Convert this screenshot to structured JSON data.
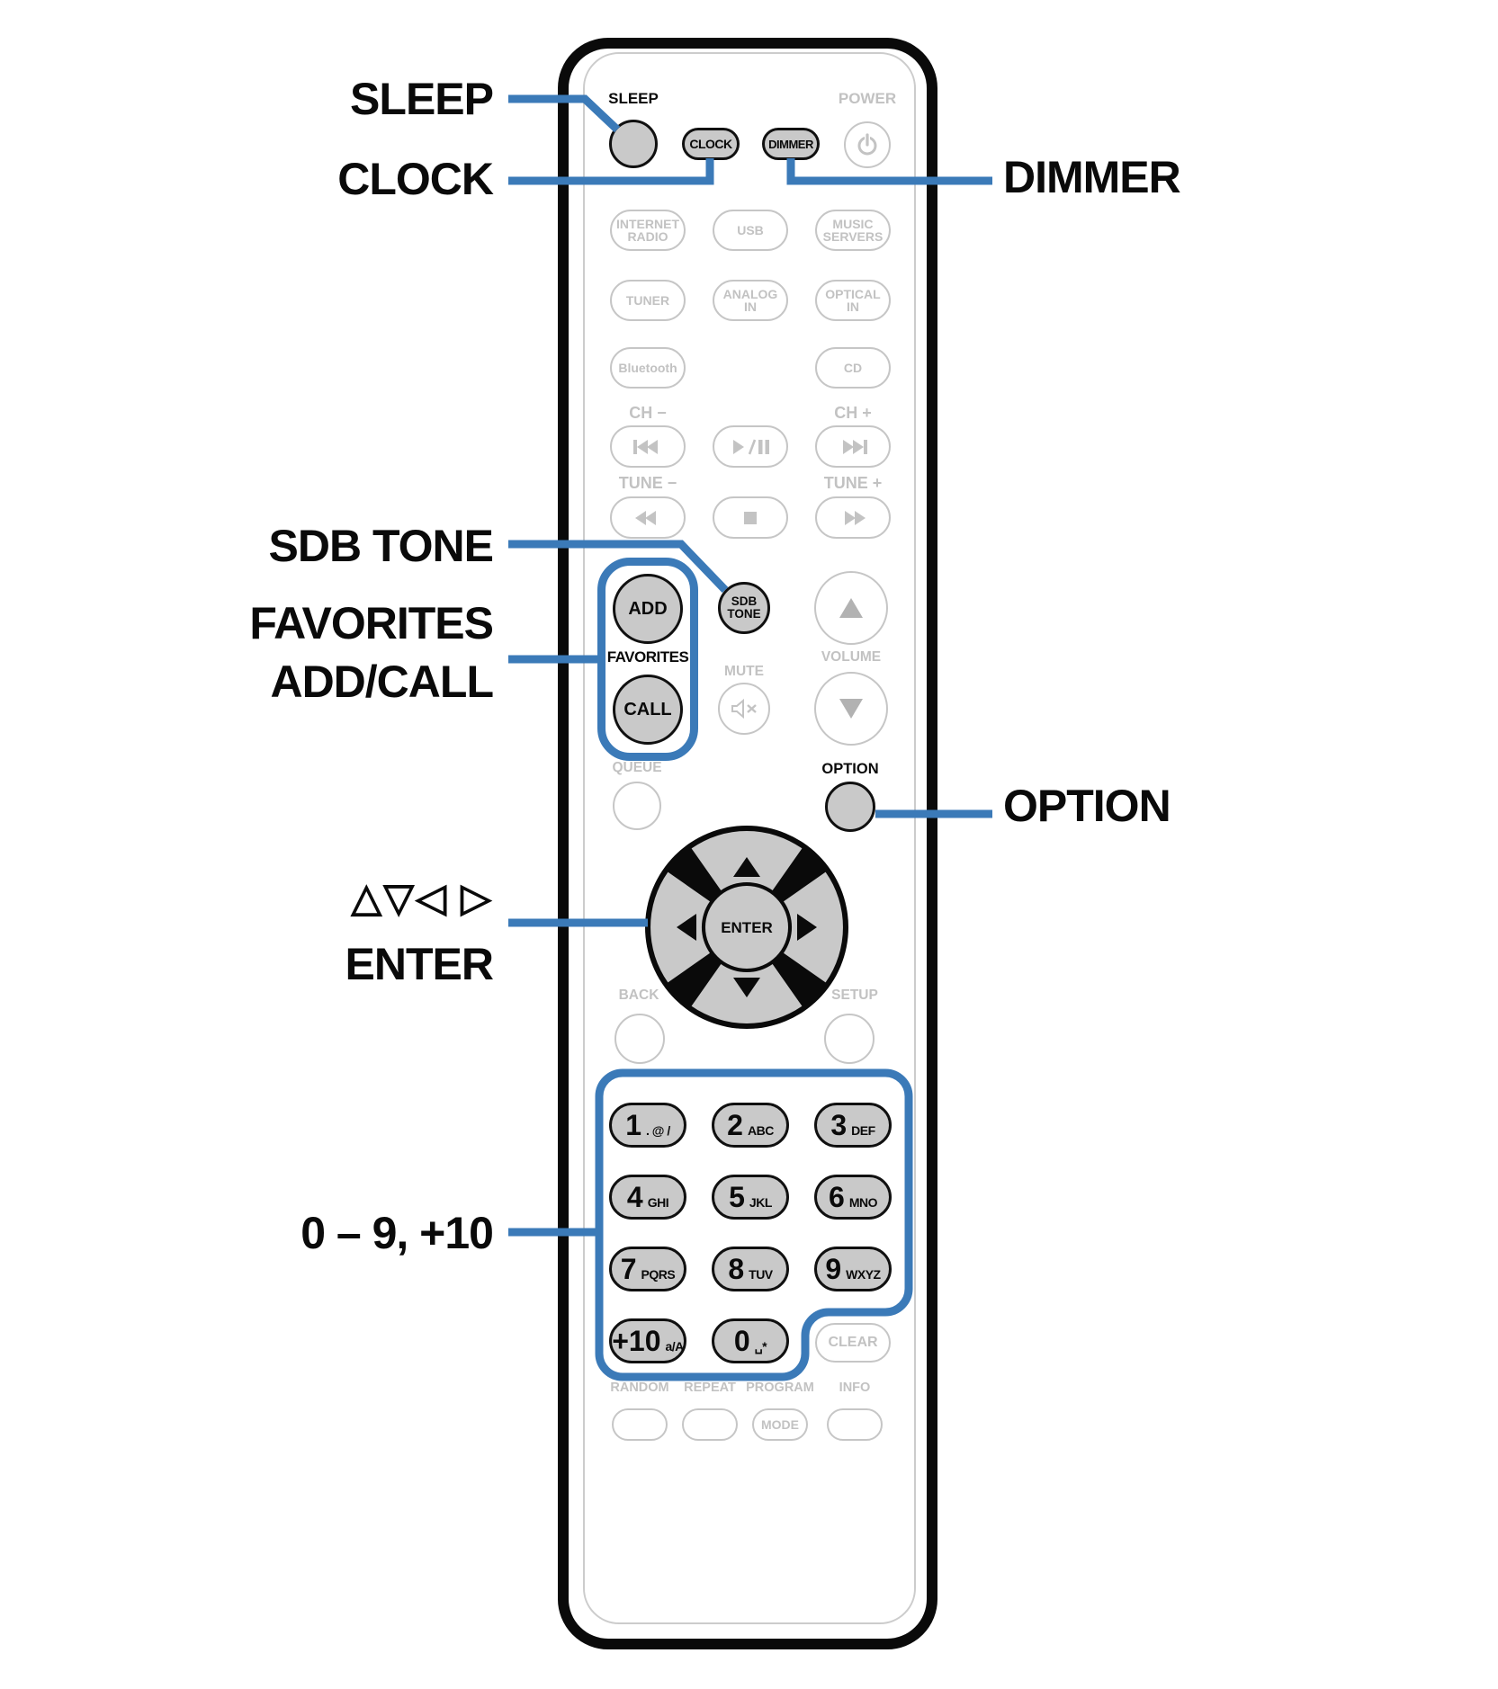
{
  "colors": {
    "accent_blue": "#3b7ab8",
    "button_gray": "#c9c9c9",
    "ghost_gray": "#c6c6c6",
    "ghost_text": "#c2c2c2",
    "black": "#0a0a0a"
  },
  "callouts": {
    "sleep": "SLEEP",
    "clock": "CLOCK",
    "dimmer": "DIMMER",
    "sdb_tone": "SDB TONE",
    "favorites": [
      "FAVORITES",
      "ADD/CALL"
    ],
    "cursor": "△▽◁ ▷",
    "enter": "ENTER",
    "option": "OPTION",
    "digits": "0 – 9, +10"
  },
  "remote": {
    "sleep": "SLEEP",
    "power": "POWER",
    "clock": "CLOCK",
    "dimmer": "DIMMER",
    "sources": {
      "internet_radio": [
        "INTERNET",
        "RADIO"
      ],
      "usb": "USB",
      "music_servers": [
        "MUSIC",
        "SERVERS"
      ],
      "tuner": "TUNER",
      "analog_in": [
        "ANALOG",
        "IN"
      ],
      "optical_in": [
        "OPTICAL",
        "IN"
      ],
      "bluetooth": "Bluetooth",
      "cd": "CD"
    },
    "ch_minus": "CH −",
    "ch_plus": "CH +",
    "tune_minus": "TUNE −",
    "tune_plus": "TUNE +",
    "add": "ADD",
    "favorites": "FAVORITES",
    "call": "CALL",
    "sdb": [
      "SDB",
      "TONE"
    ],
    "mute": "MUTE",
    "volume": "VOLUME",
    "queue": "QUEUE",
    "option": "OPTION",
    "enter": "ENTER",
    "back": "BACK",
    "setup": "SETUP",
    "keys": [
      {
        "digit": "1",
        "sub": ". @ /"
      },
      {
        "digit": "2",
        "sub": "ABC"
      },
      {
        "digit": "3",
        "sub": "DEF"
      },
      {
        "digit": "4",
        "sub": "GHI"
      },
      {
        "digit": "5",
        "sub": "JKL"
      },
      {
        "digit": "6",
        "sub": "MNO"
      },
      {
        "digit": "7",
        "sub": "PQRS"
      },
      {
        "digit": "8",
        "sub": "TUV"
      },
      {
        "digit": "9",
        "sub": "WXYZ"
      },
      {
        "digit": "+10",
        "sub": "a/A"
      },
      {
        "digit": "0",
        "sub": "␣*"
      }
    ],
    "clear": "CLEAR",
    "random": "RANDOM",
    "repeat": "REPEAT",
    "program": "PROGRAM",
    "mode": "MODE",
    "info": "INFO"
  },
  "icons": {
    "power": "⏻",
    "skip_back": "⏮",
    "play_pause": "⏯",
    "skip_forward": "⏭",
    "rewind": "⏪",
    "stop": "⏹",
    "fast_forward": "⏩",
    "mute": "🔇",
    "volume_up": "▲",
    "volume_down": "▼",
    "dpad": "△▽◁▷"
  }
}
